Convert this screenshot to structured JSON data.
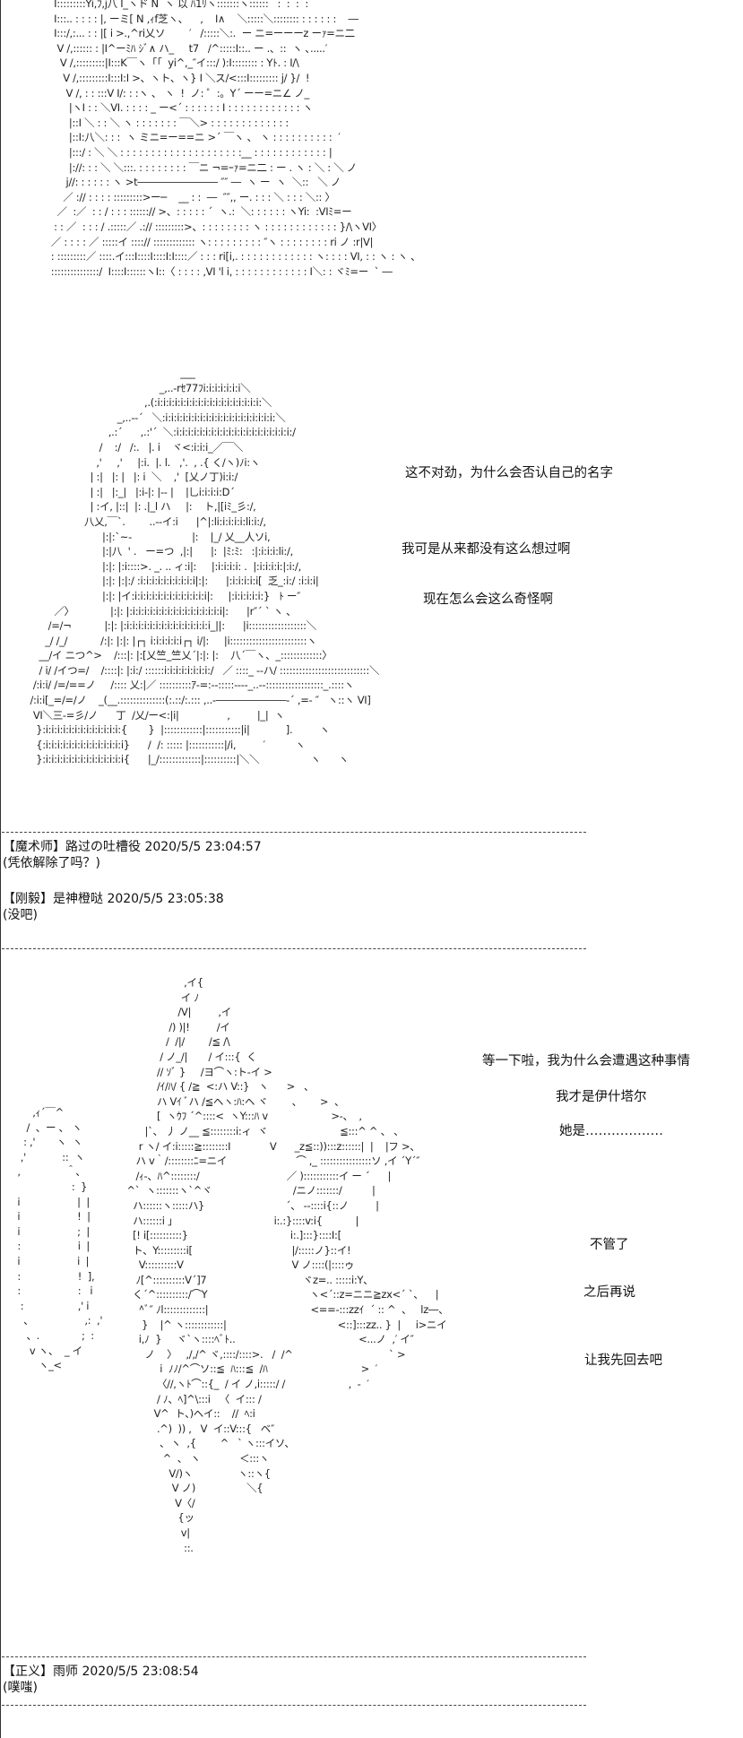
{
  "art_top": [
    "      I:::::::::Yi,ﾌ,j八 I_ヽド N  ヽ 以 ﾊ1ﾘヽ:::::::ヽ::::::   :  :  :  :",
    "      I:::.. : : : : |, ーミ[ N ,ｨf芝ヽ、    ,    I∧    ＼:::::＼:::::::: : : : : : :    ―",
    "      I:::/,:... : : |[ i >.,^ri乂ソ        ′   /:::::＼:.  ー ニ=ーーーz ーｧ=ニ二",
    "       V /,:::::: : |I^ーﾐﾊ ｼﾞ∧ ハ_     t7   /^:::::I::.. ー .、::  ヽ ､.....′",
    "        V /,:::::::::|I:::K￣ヽ「「  yi^,_″イ:::/ ):I:::::::: : Yﾄ. : I/\\",
    "         V /,:::::::::I:::I:I >、ヽト、ヽ} I ＼ス/<:::I::::::::: j/ }/  !",
    "          V /, : : :::V I/: : :ヽ 、 ヽ  !  ノ: ゜:。Y´ ーー=ニ∠ ノ_",
    "           |ヽI : : ＼VI. : : : : _ ー<´ : : : : : : I : : : : : : : : : : : : ヽ",
    "           |::I ＼ : : ＼ ヽ : : : : : : : ￣＼> : : : : : : : : : : : : :",
    "           |::I:八＼: : :  ヽ ミニ=ー==ニ >´ ￣ヽ 、 ヽ : : : : : : : : : :  ′",
    "           |:::/ : ＼ ＼ : : : : : : : : : : : : : : : : : : : :__ : : : : : : : : : : : : |",
    "           |://: : : ＼ ＼:::. : : : : : : : : ￣ニ ¬=ｰｧ=ニ二 : ー . ヽ : ＼ : ＼ ノ",
    "          j//: : : : : : ヽ >t―――――――― ″″ ―  ヽ ー  ヽ  ＼::   ＼ ノ",
    "         ／ :// : : : : :::::::::>ー─    __ : :  ―  ″″,, ー. : : : ＼ : : : ＼:: 〉",
    "       ／  :／  : : / : : : ::::::// >、: : : : : ´  ヽ.:  ＼: : : : : : ヽYi:  :VIﾐ=ー",
    "      : : ／  : : : / .:::::／ .:// :::::::::>、: : : : : : : : ヽ : : : : : : : : : : : : }/\\ヽVI〉",
    "     ／ : : : : ／ :::::イ ::::// ::::::::::::: ヽ: : : : : : : : : ″ヽ : : : : : : : : ri ノ :r|V|",
    "     : :::::::::／ ::::.イ:::I::::I::::I:I::::／ : : : ri[i,. : : : : : : : : : : : : ヽ: : : : VI, : : ヽ : ヽ 、",
    "     :::::::::::::::/  I::::I::::::ヽI::〈 : : : : ,VI 'l i, : : : : : : : : : : : : I＼: : ヾﾐ=ー  ` ―"
  ],
  "art_mid": [
    "                                                         ___",
    "                                                  _,..-rｾ77ﾌi:i:i:i:i:i:i＼",
    "                                             ,.(:i:i:i:i:i:i:i:i:i:i:i:i:i:i:i:i:i:i:＼",
    "                                    _,..-‐´   ＼:i:i:i:i:i:i:i:i:i:i:i:i:i:i:i:i:i:i:i:＼",
    "                                 ,.:´      ,.:'´  ＼:i:i:i:i:i:i:i:i:i:i:i:i:i:i:i:i:i:i:i:i:/",
    "                              /    :/   /:.   |. i    ヾ<:i:i:i_／￣＼",
    "                             ,'     ,'     |:i.  |. l.   ,'.  , .{ く/ヽ)ﾉi:ヽ",
    "                           | :|   |: |   |: i  ＼    ,'  [乂ノ丁)i:i:/",
    "                           | :|   |:_|   |:i-|: |-‐ |    |乚i:i:i:i:D´",
    "                           | :イ, |::|  |: .|_l ハ     |:    ト,|[iﾐ_彡:/,",
    "                         八乂,￣`.        ..-‐イ:i      |^|:li:i:i:i:i:li:i:/,",
    "                               |:|:`~‐                    |:    |_/ 乂__人ソi,",
    "                               |:|八  ' .   ー=つ  ,|:|      |:  |ﾐ:ﾐ:   :|:i:i:i:li:/,",
    "                               |:|: |:i::::>. _. .. ィ:i|:     |:i:i:i:i: .  |:i:i:i:i:|:i:/,",
    "                               |:|: |:|:/ :i:i:i:i:i:i:i:i:i:i|:|:      |:i:i:i:i:i[  乏_:i:/ :i:i:i|",
    "                               |:|: |イ:i:i:i:i:i:i:i:i:i:i:i:i:i|:     |:i:i:i:i:i:}   ﾄ ー″",
    "               ／〉            |:|: |:i:i:i:i:i:i:i:i:i:i:i:i:i:i:i:i|:      |r″´ ` ヽ 、",
    "             /=/¬           |:|: |:i:i:i:i:i:i:i:i:i:i:i:i:i:i:i_||:      |i::::::::::::::::::＼",
    "            _/ /_/           /:|: |:|: |┌┐ i:i:i:i:i:i┌┐ i/|:     |i::::::::::::::::::::::::ヽ",
    "          __/イ ニつ^>    /:::|: |:[乂竺_竺乂´|:|: |:    八´￣ヽ、_:::::::::::::〉",
    "          / i/ /イつ=/    /::::|: |:i:/ ::::::i:i:i:i:i:i:i:i:/   ／ ::::_ -‐ハ/ ::::::::::::::::::::::::::::＼",
    "        /:i:i/ /=/==ノ     /:::: 乂:|／ ::::::::::ｱ‐=:--:::::‐‐‐‐_..‐-::::::::::::::::::_.::::ヽ",
    "       /:i:i[_=/=/ノ    _(__.::::::::::::::(:.::/:.::: ,..‐―――――――‐´ ,=‐ ″   ヽ::ヽ VI]",
    "        VI＼三-=彡/ノ      丁  /乂/ー<:|i|                ,         |_|  ヽ",
    "         }:i:i:i:i:i:i:i:i:i:i:i:i:i:{       }  |::::::::::::|:::::::::::|i|            ].         ヽ",
    "         {:i:i:i:i:i:i:i:i:i:i:i:i:i:i}      /  /: ::::: |:::::::::::|/i,         ′          ヽ",
    "         }:i:i:i:i:i:i:i:i:i:i:i:i:i:i{      |_/:::::::::::::|::::::::::|＼＼                 ヽ      ヽ"
  ],
  "art_bot": [
    "                                                   ,イ{",
    "                                                  イ ﾉ",
    "                                                 /V|         ,イ",
    "                                              /) )|!         /イ",
    "                                             /  /|/        /≦ /\\",
    "                                           / ノ_/|       / イ:::{  く",
    "                                          // ｿﾞ }     /ヨ⌒ヽ:ト-イ >",
    "                                          /ｲ/ﾊ/ { /≧  <:ハ V::}   ヽ      >   、",
    "                                          ハ Vｲ ﾞハ /≦ヘヽ:ﾊ:ヘ ヾ        、      >  、",
    "                                          [  ヽｳﾌ ´^::::<  ヽY:::ﾊ v                     >-、  ,",
    "                                      |`、 丿 ノ__ ≦::::::::i:ィ  ヾ                        ≦:::^ ^ 、 、",
    "                                    r ヽ/ イ:i:::::≧::::::::I             V      _z≦::)):::z::::::|  |    |フ >、",
    "                                   ハ v｀/::::::::ﾆ=ニイ                       ⌒ ,_ ::::::::::::::::ソ ,イ ´Y´″",
    "                                   /ｨ-、ﾊ^::::::::/                             ／ ):::::::::::イ ー ´      |",
    "                                ^`  ヽ:::::::ヽ`^ヾ                           /ニノ:::::::/          |",
    "                                  ハ::::::ヽ:::::ハ}                           ´、 -‐::::i{::ノ         |",
    "                                  ハ::::::i 」                                i:.:}::::v:i{           |",
    "                                  [! i[::::::::::}                                  i:.]:::}::::I:[",
    "                                  ト、Y:::::::::i[                                 |/:::::ノ}::イ!",
    "                                    V::::::::::V                                    V ノ::::(|::::ゥ",
    "                                   ﾉ[^::::::::::V´]7                                ヾz=.. :::::i:Y、",
    "                                  く´^::::::::::/⌒Y                                  ヽ<´::z=ニニ≧zx<´ `、    |",
    "                                    ^ﾞ″ ﾉl:::::::::::::|                                  <==‐:::zzｲ  ´ :: ^  、   lz―、",
    "                                     }    |^ ヽ::::::::::::|                                     <::]:::zz.. }  |     i>ニイ",
    "                                    i,ﾉ  }     ヾ`ヽ::::ﾍﾞﾄ..                                         <...ノ  ,′ イ″",
    "                                      ノ    〉   ,/,/^ ヾ,::::/::::>.   /  /^                                ` >",
    "                                           i  ﾉﾉ/^⌒ソ::≦  ﾊ:::≦  /ﾊ                               >  ′",
    "                                          〈//,ヽﾄ⌒::{_  / イ ノ,i:::::/ /                     ,  ‐  ′",
    "                                          / ﾉ、ﾍ]^\\:::i   〈  イ::: /",
    "                                         V^  ト、)ヘイ::    //  ﾍ:i",
    "                                          .^)  )) ,   V  イ::V:::{   ベ″",
    "                                           ､  ヽ  ,{        ^   ` ヽ:::イソ、",
    "                                            ^  、 ヽ             ＜:::ヽ",
    "                                              V/)ヽ               ヽ::ヽ{",
    "                                               V ノ)                 ＼{",
    "                                                V〈/",
    "                                                 {ッ",
    "                                                  v|",
    "                                                   ::."
  ],
  "art_ovals": [
    "         ,ｨ´￣^",
    "       /  、ー 、 ヽ",
    "      : ,'       ヽ  ヽ",
    "     ,'            ::  ヽ",
    "    ,               ＾、",
    "                      :  }",
    "    i                   |  |",
    "    i                   !  |",
    "    i                   ;  |",
    "    :                   i  |",
    "    i                   i  |",
    "    :                   !  ],",
    "    :                   :   i",
    "     :                  ,' i",
    "      、                 ,:  ,'",
    "       、.              ;  :",
    "        v ヽ、  _ イ",
    "           ヽ_<"
  ],
  "posts": [
    {
      "header": "【魔术师】路过の吐槽役 2020/5/5 23:04:57",
      "body": "(凭依解除了吗？)"
    },
    {
      "header": "【刚毅】是神橙哒 2020/5/5 23:05:38",
      "body": "(没吧)"
    },
    {
      "header": "【正义】雨师 2020/5/5 23:08:54",
      "body": "(噗嗤)"
    }
  ],
  "dialogue": {
    "mid": [
      "这不对劲，为什么会否认自己的名字",
      "我可是从来都没有这么想过啊",
      "现在怎么会这么奇怪啊"
    ],
    "bottom": [
      "等一下啦，我为什么会遭遇这种事情",
      "我才是伊什塔尔",
      "她是………………",
      "不管了",
      "之后再说",
      "让我先回去吧"
    ]
  }
}
